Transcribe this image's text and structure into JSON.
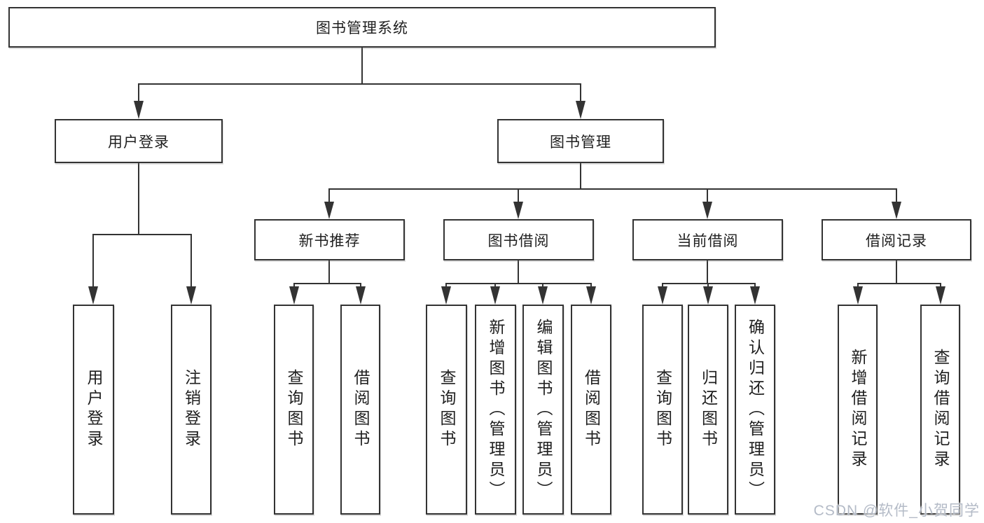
{
  "diagram_title": "图书管理系统",
  "colors": {
    "line": "#333333",
    "text": "#1f1f1f",
    "background": "#ffffff",
    "watermark": "#b0b7c4"
  },
  "tree": {
    "root": {
      "label": "图书管理系统"
    },
    "branches": [
      {
        "label": "用户登录",
        "children": [
          {
            "label": "用户登录"
          },
          {
            "label": "注销登录"
          }
        ]
      },
      {
        "label": "图书管理",
        "children": [
          {
            "label": "新书推荐",
            "children": [
              {
                "label": "查询图书"
              },
              {
                "label": "借阅图书"
              }
            ]
          },
          {
            "label": "图书借阅",
            "children": [
              {
                "label": "查询图书"
              },
              {
                "label": "新增图书（管理员）"
              },
              {
                "label": "编辑图书（管理员）"
              },
              {
                "label": "借阅图书"
              }
            ]
          },
          {
            "label": "当前借阅",
            "children": [
              {
                "label": "查询图书"
              },
              {
                "label": "归还图书"
              },
              {
                "label": "确认归还（管理员）"
              }
            ]
          },
          {
            "label": "借阅记录",
            "children": [
              {
                "label": "新增借阅记录"
              },
              {
                "label": "查询借阅记录"
              }
            ]
          }
        ]
      }
    ]
  },
  "watermark": "CSDN @软件_小贺同学"
}
